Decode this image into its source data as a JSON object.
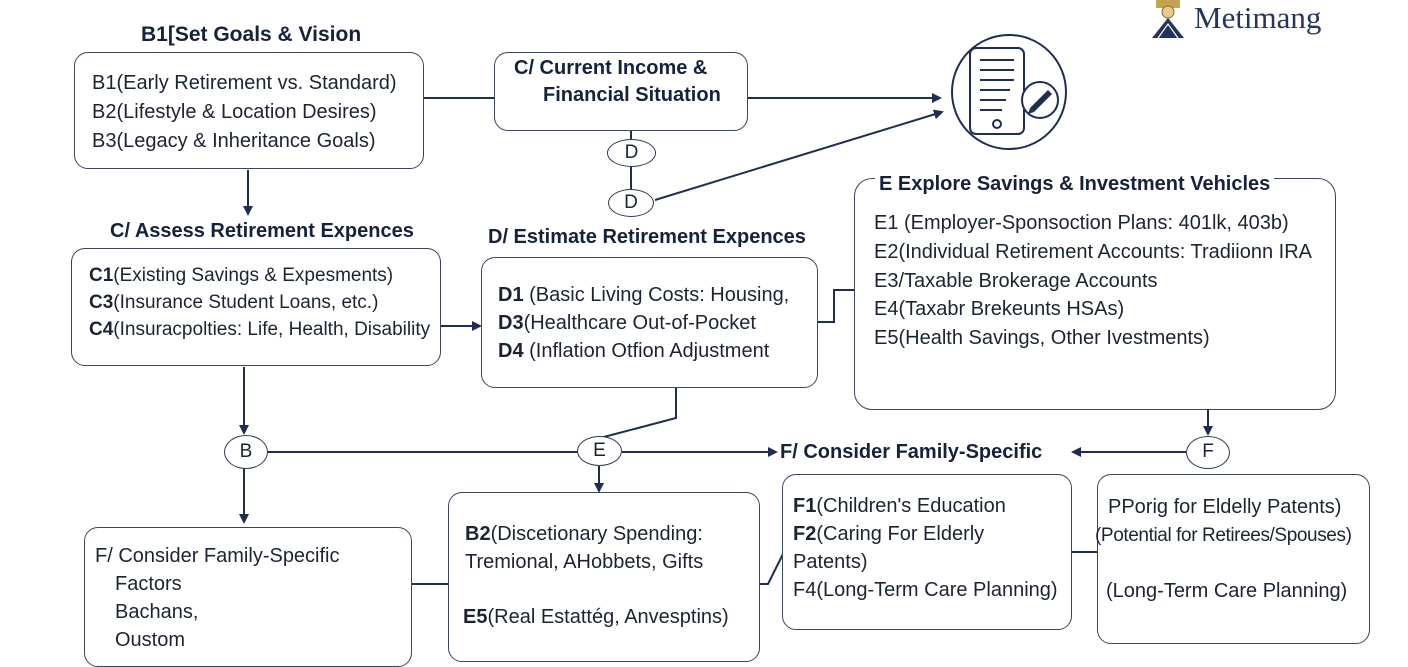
{
  "logo": {
    "text": "Metimang"
  },
  "nodes": {
    "b": {
      "heading": "B1[Set Goals & Vision",
      "lines": [
        "B1(Early Retirement vs. Standard)",
        "B2(Lifestyle & Location Desires)",
        "B3(Legacy & Inheritance Goals)"
      ]
    },
    "c_top": {
      "lines": [
        "C/ Current Income &",
        "Financial Situation"
      ]
    },
    "c": {
      "heading": "C/ Assess Retirement Expences",
      "items": [
        {
          "code": "C1",
          "text": "(Existing Savings & Expesments)"
        },
        {
          "code": "C3",
          "text": "(Insurance Student Loans, etc.)"
        },
        {
          "code": "C4",
          "text": "(Insuracpolties: Life, Health, Disability"
        }
      ]
    },
    "d": {
      "heading": "D/ Estimate Retirement Expences",
      "items": [
        {
          "code": "D1",
          "text": " (Basic Living Costs: Housing,"
        },
        {
          "code": "D3",
          "text": "(Healthcare Out-of-Pocket"
        },
        {
          "code": "D4",
          "text": " (Inflation Otfion Adjustment"
        }
      ]
    },
    "e": {
      "heading": "E Explore Savings & Investment Vehicles",
      "lines": [
        "E1 (Employer-Sponsoction Plans: 401lk, 403b)",
        "E2(Individual Retirement Accounts: Tradiionn IRA",
        "E3/Taxable Brokerage Accounts",
        "E4(Taxabr Brekeunts  HSAs)",
        "E5(Health Savings, Other Ivestments)"
      ]
    },
    "f_label": {
      "text": "F/ Consider Family-Specific"
    },
    "f_left": {
      "lines": [
        "F/ Consider Family-Specific",
        "Factors",
        "Bachans,",
        "Oustom"
      ]
    },
    "b2": {
      "items": [
        {
          "code": "B2",
          "text": "(Discetionary Spending:"
        },
        {
          "code": "",
          "text": "Tremional, AHobbets, Gifts"
        },
        {
          "code": "",
          "text": ""
        },
        {
          "code": "E5",
          "text": "(Real Estattég, Anvesptins)"
        }
      ]
    },
    "f1": {
      "items": [
        {
          "code": "F1",
          "text": "(Children's Education"
        },
        {
          "code": "F2",
          "text": "(Caring For Elderly"
        },
        {
          "code": "",
          "text": "Patents)"
        },
        {
          "code": "",
          "text": "F4(Long-Term Care Planning)"
        }
      ]
    },
    "fr": {
      "lines": [
        "PPorig for Eldelly Patents)",
        "(Potential for Retirees/Spouses)",
        "",
        "(Long-Term Care Planning)"
      ]
    }
  },
  "connectors": {
    "d_upper": "D",
    "d_lower": "D",
    "b": "B",
    "e": "E",
    "f": "F"
  },
  "icons": {
    "device": "tablet-checklist-icon"
  },
  "colors": {
    "line": "#1f2d4f",
    "border": "#3b465c",
    "text": "#1c2433"
  }
}
